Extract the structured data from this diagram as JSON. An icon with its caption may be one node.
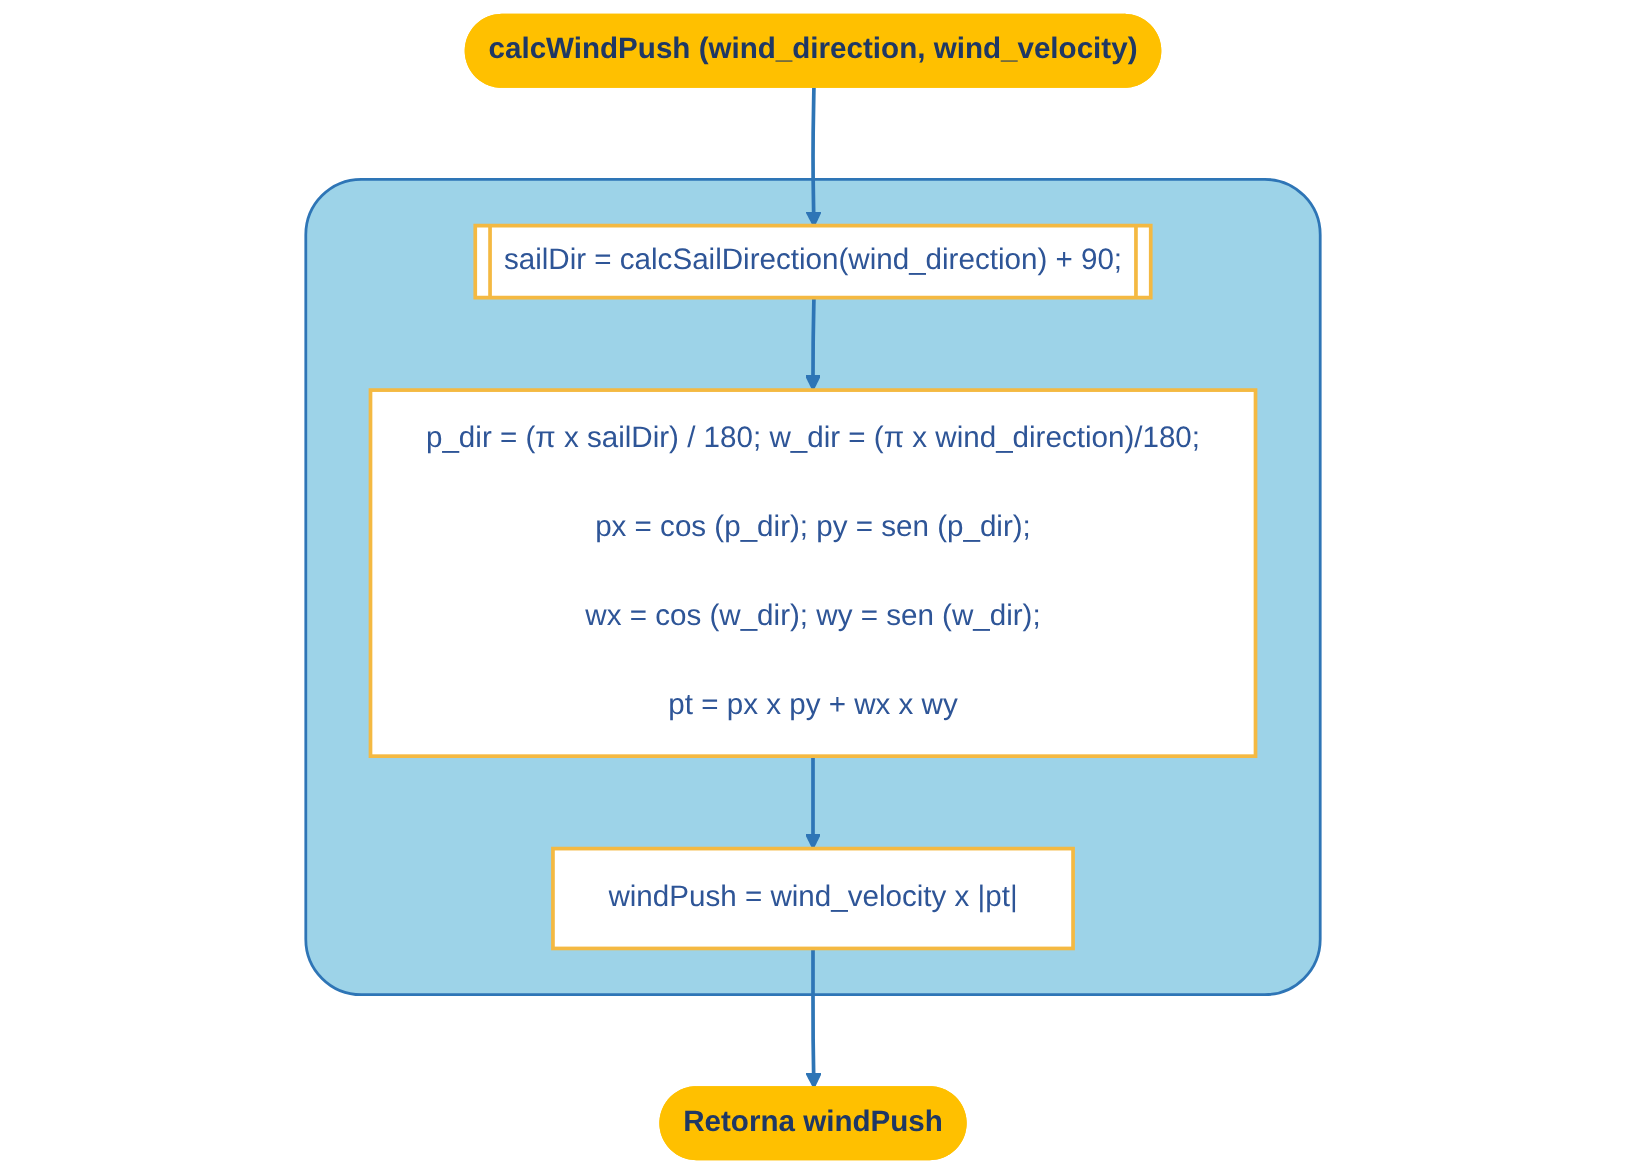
{
  "diagram": {
    "nodes": [
      {
        "text": [
          "calcWindPush (wind_direction, wind_velocity)"
        ]
      },
      {
        "text": [],
        "shape": "box"
      },
      {
        "text": [
          "sailDir = calcSailDirection(wind_direction) + 90;"
        ],
        "in": 1
      },
      {
        "text": [
          "p_dir = (π x sailDir) / 180; w_dir = (π x wind_direction)/180;",
          "px = cos (p_dir); py = sen (p_dir);",
          "wx = cos (w_dir); wy = sen (w_dir);",
          "pt = px x py + wx x wy"
        ],
        "in": 1
      },
      {
        "text": [
          "windPush = wind_velocity x |pt|"
        ],
        "in": 1
      },
      {
        "text": [
          "Retorna windPush"
        ]
      }
    ],
    "edges": [
      {
        "from": 0,
        "to": 2,
        "arrow": "to"
      },
      {
        "from": 2,
        "to": 3,
        "arrow": "to"
      },
      {
        "from": 3,
        "to": 4,
        "arrow": "to"
      },
      {
        "from": 4,
        "to": 5,
        "arrow": "to"
      }
    ]
  }
}
